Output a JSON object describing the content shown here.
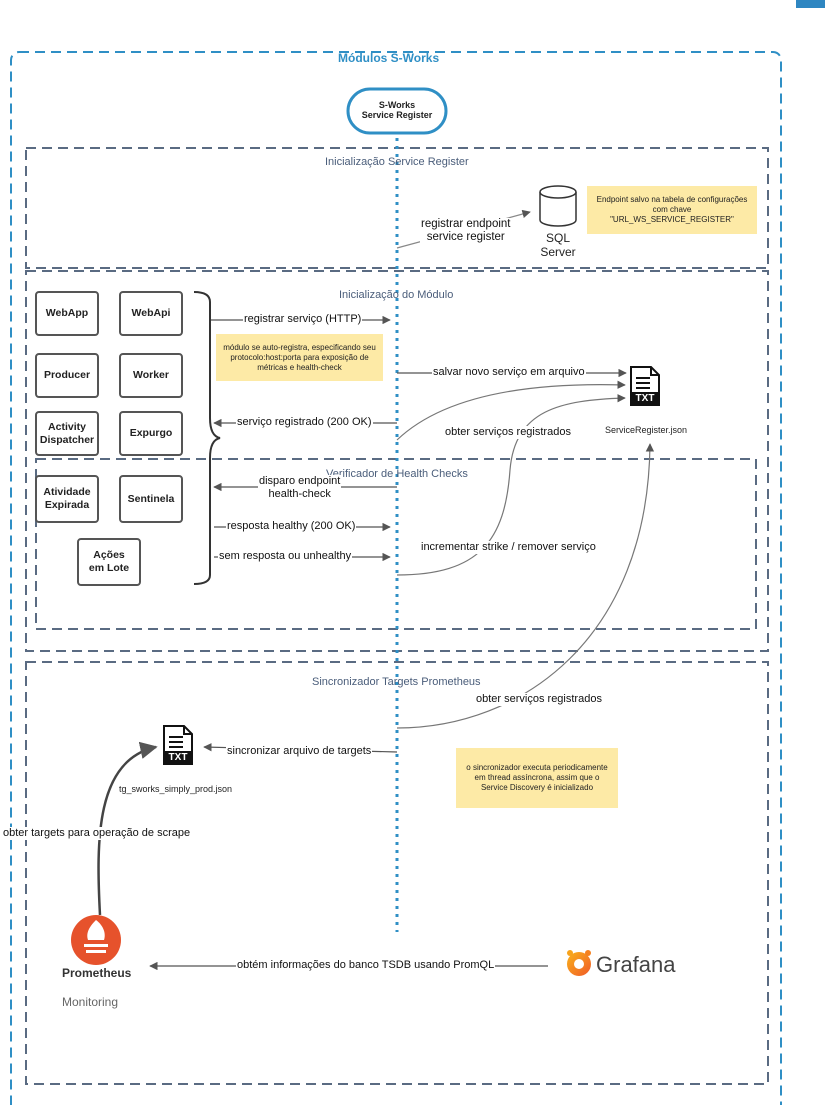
{
  "title": "Módulos S-Works",
  "service_register": "S-Works\nService Register",
  "sections": {
    "init_register": "Inicialização Service Register",
    "init_module": "Inicialização do Módulo",
    "health": "Verificador de Health Checks",
    "sync": "Sincronizador Targets Prometheus"
  },
  "sql_server": "SQL\nServer",
  "notes": {
    "endpoint": "Endpoint salvo na tabela de configurações\ncom chave\n\"URL_WS_SERVICE_REGISTER\"",
    "self_register": "módulo se auto-registra, especificando seu\nprotocolo:host:porta para exposição de\nmétricas e health-check",
    "sync_async": "o sincronizador executa periodicamente\nem thread assíncrona, assim que o\nService Discovery é inicializado"
  },
  "modules": [
    "WebApp",
    "WebApi",
    "Producer",
    "Worker",
    "Activity\nDispatcher",
    "Expurgo",
    "Atividade\nExpirada",
    "Sentinela",
    "Ações\nem Lote"
  ],
  "labels": {
    "registrar_endpoint": "registrar endpoint\nservice register",
    "registrar_servico": "registrar serviço (HTTP)",
    "salvar_servico": "salvar novo serviço em arquivo",
    "servico_registrado": "serviço registrado (200 OK)",
    "obter_servicos_1": "obter serviços registrados",
    "disparo": "disparo endpoint\nhealth-check",
    "resposta_healthy": "resposta healthy (200 OK)",
    "sem_resposta": "sem resposta ou unhealthy",
    "incrementar": "incrementar strike / remover serviço",
    "obter_servicos_2": "obter serviços registrados",
    "sincronizar": "sincronizar arquivo de targets",
    "obter_targets": "obter targets para operação de scrape",
    "obtem_info": "obtém informações do banco TSDB usando PromQL"
  },
  "files": {
    "service_register_json": "ServiceRegister.json",
    "targets_json": "tg_sworks_simply_prod.json",
    "icon_text": "TXT"
  },
  "prometheus": {
    "name": "Prometheus",
    "sub": "Monitoring"
  },
  "grafana": {
    "name": "Grafana"
  },
  "colors": {
    "accent": "#2f8fc5",
    "dashed": "#5a6b82",
    "note": "#fdeaa6",
    "prometheus": "#e6522c",
    "grafana": "#f46800"
  }
}
